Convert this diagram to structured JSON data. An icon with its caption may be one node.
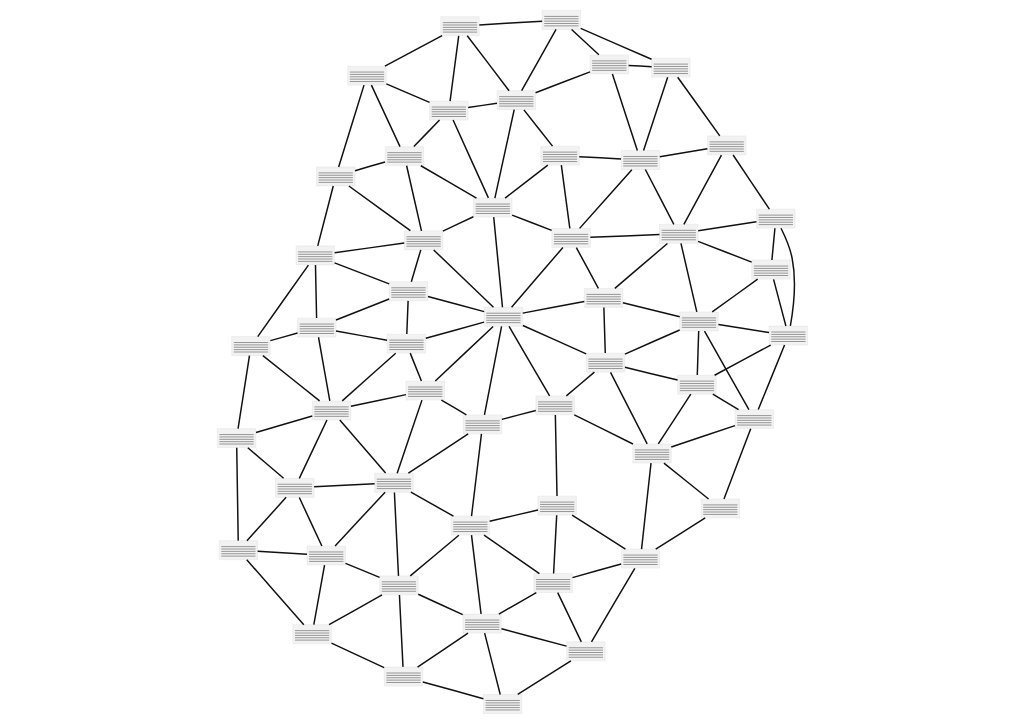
{
  "diagram": {
    "nodes": [
      {
        "text": [],
        "shape": "picture"
      },
      {
        "text": [],
        "shape": "picture"
      },
      {
        "text": [],
        "shape": "picture"
      },
      {
        "text": [],
        "shape": "picture"
      },
      {
        "text": [],
        "shape": "picture"
      },
      {
        "text": [],
        "shape": "picture"
      },
      {
        "text": [],
        "shape": "picture"
      },
      {
        "text": [],
        "shape": "picture"
      },
      {
        "text": [],
        "shape": "picture"
      },
      {
        "text": [],
        "shape": "picture"
      },
      {
        "text": [],
        "shape": "picture"
      },
      {
        "text": [],
        "shape": "picture"
      },
      {
        "text": [],
        "shape": "picture"
      },
      {
        "text": [],
        "shape": "picture"
      },
      {
        "text": [],
        "shape": "picture"
      },
      {
        "text": [],
        "shape": "picture"
      },
      {
        "text": [],
        "shape": "picture"
      },
      {
        "text": [],
        "shape": "picture"
      },
      {
        "text": [],
        "shape": "picture"
      },
      {
        "text": [],
        "shape": "picture"
      },
      {
        "text": [],
        "shape": "picture"
      },
      {
        "text": [],
        "shape": "picture"
      },
      {
        "text": [],
        "shape": "picture"
      },
      {
        "text": [],
        "shape": "picture"
      },
      {
        "text": [],
        "shape": "picture"
      },
      {
        "text": [],
        "shape": "picture"
      },
      {
        "text": [],
        "shape": "picture"
      },
      {
        "text": [],
        "shape": "picture"
      },
      {
        "text": [],
        "shape": "picture"
      },
      {
        "text": [],
        "shape": "picture"
      },
      {
        "text": [],
        "shape": "picture"
      },
      {
        "text": [],
        "shape": "picture"
      },
      {
        "text": [],
        "shape": "picture"
      },
      {
        "text": [],
        "shape": "picture"
      },
      {
        "text": [],
        "shape": "picture"
      },
      {
        "text": [],
        "shape": "picture"
      },
      {
        "text": [],
        "shape": "picture"
      },
      {
        "text": [],
        "shape": "picture"
      },
      {
        "text": [],
        "shape": "picture"
      },
      {
        "text": [],
        "shape": "picture"
      },
      {
        "text": [],
        "shape": "picture"
      },
      {
        "text": [],
        "shape": "picture"
      },
      {
        "text": [],
        "shape": "picture"
      },
      {
        "text": [],
        "shape": "picture"
      },
      {
        "text": [],
        "shape": "picture"
      },
      {
        "text": [],
        "shape": "picture"
      },
      {
        "text": [],
        "shape": "picture"
      },
      {
        "text": [],
        "shape": "picture"
      },
      {
        "text": [],
        "shape": "picture"
      },
      {
        "text": [],
        "shape": "picture"
      },
      {
        "text": [],
        "shape": "picture"
      }
    ],
    "edges": [
      {
        "from": 1,
        "to": 4,
        "arrow": "none"
      },
      {
        "from": 1,
        "to": 5,
        "arrow": "none"
      },
      {
        "from": 4,
        "to": 5,
        "arrow": "none"
      },
      {
        "from": 4,
        "to": 10,
        "arrow": "none"
      },
      {
        "from": 4,
        "to": 11,
        "arrow": "none"
      },
      {
        "from": 5,
        "to": 11,
        "arrow": "none"
      },
      {
        "from": 10,
        "to": 11,
        "arrow": "none"
      },
      {
        "from": 11,
        "to": 12,
        "arrow": "none"
      },
      {
        "from": 11,
        "to": 18,
        "arrow": "none"
      },
      {
        "from": 11,
        "to": 16,
        "arrow": "none"
      },
      {
        "from": 11,
        "to": 17,
        "arrow": "none"
      },
      {
        "from": 10,
        "to": 16,
        "arrow": "none"
      },
      {
        "from": 10,
        "to": 22,
        "arrow": "none"
      },
      {
        "from": 22,
        "to": 16,
        "arrow": "none"
      },
      {
        "from": 16,
        "to": 17,
        "arrow": "none"
      },
      {
        "from": 16,
        "to": 23,
        "arrow": "none"
      },
      {
        "from": 17,
        "to": 23,
        "arrow": "none"
      },
      {
        "from": 22,
        "to": 23,
        "arrow": "none"
      },
      {
        "from": 23,
        "to": 26,
        "arrow": "none"
      },
      {
        "from": 17,
        "to": 26,
        "arrow": "none"
      },
      {
        "from": 17,
        "to": 18,
        "arrow": "none"
      },
      {
        "from": 18,
        "to": 19,
        "arrow": "none"
      },
      {
        "from": 18,
        "to": 26,
        "arrow": "none"
      },
      {
        "from": 19,
        "to": 26,
        "arrow": "none"
      },
      {
        "from": 12,
        "to": 18,
        "arrow": "none"
      },
      {
        "from": 12,
        "to": 19,
        "arrow": "none"
      },
      {
        "from": 19,
        "to": 13,
        "arrow": "none"
      },
      {
        "from": 19,
        "to": 20,
        "arrow": "none"
      },
      {
        "from": 20,
        "to": 26,
        "arrow": "none"
      },
      {
        "from": 12,
        "to": 6,
        "arrow": "none"
      },
      {
        "from": 0,
        "to": 6,
        "arrow": "none"
      },
      {
        "from": 0,
        "to": 1,
        "arrow": "none"
      },
      {
        "from": 1,
        "to": 6,
        "arrow": "none"
      },
      {
        "from": 5,
        "to": 6,
        "arrow": "none"
      },
      {
        "from": 5,
        "to": 12,
        "arrow": "none"
      },
      {
        "from": 0,
        "to": 7,
        "arrow": "none"
      },
      {
        "from": 0,
        "to": 2,
        "arrow": "none"
      },
      {
        "from": 6,
        "to": 7,
        "arrow": "none"
      },
      {
        "from": 7,
        "to": 2,
        "arrow": "none"
      },
      {
        "from": 7,
        "to": 8,
        "arrow": "none"
      },
      {
        "from": 7,
        "to": 12,
        "arrow": "none"
      },
      {
        "from": 7,
        "to": 13,
        "arrow": "none"
      },
      {
        "from": 2,
        "to": 8,
        "arrow": "none"
      },
      {
        "from": 2,
        "to": 3,
        "arrow": "none"
      },
      {
        "from": 8,
        "to": 13,
        "arrow": "none"
      },
      {
        "from": 12,
        "to": 13,
        "arrow": "none"
      },
      {
        "from": 3,
        "to": 8,
        "arrow": "none"
      },
      {
        "from": 3,
        "to": 9,
        "arrow": "none"
      },
      {
        "from": 8,
        "to": 9,
        "arrow": "none"
      },
      {
        "from": 8,
        "to": 14,
        "arrow": "none"
      },
      {
        "from": 9,
        "to": 14,
        "arrow": "none"
      },
      {
        "from": 9,
        "to": 15,
        "arrow": "none"
      },
      {
        "from": 13,
        "to": 14,
        "arrow": "none"
      },
      {
        "from": 13,
        "to": 21,
        "arrow": "none"
      },
      {
        "from": 14,
        "to": 21,
        "arrow": "none"
      },
      {
        "from": 14,
        "to": 15,
        "arrow": "none"
      },
      {
        "from": 21,
        "to": 15,
        "arrow": "none"
      },
      {
        "from": 20,
        "to": 21,
        "arrow": "none"
      },
      {
        "from": 20,
        "to": 24,
        "arrow": "none"
      },
      {
        "from": 15,
        "to": 24,
        "arrow": "none"
      },
      {
        "from": 15,
        "to": 25,
        "arrow": "none"
      },
      {
        "from": 24,
        "to": 25,
        "arrow": "none"
      },
      {
        "from": 20,
        "to": 29,
        "arrow": "none"
      },
      {
        "from": 24,
        "to": 29,
        "arrow": "none"
      },
      {
        "from": 24,
        "to": 30,
        "arrow": "none"
      },
      {
        "from": 24,
        "to": 31,
        "arrow": "none"
      },
      {
        "from": 25,
        "to": 31,
        "arrow": "none"
      },
      {
        "from": 29,
        "to": 30,
        "arrow": "none"
      },
      {
        "from": 30,
        "to": 31,
        "arrow": "none"
      },
      {
        "from": 26,
        "to": 29,
        "arrow": "none"
      },
      {
        "from": 29,
        "to": 34,
        "arrow": "none"
      },
      {
        "from": 29,
        "to": 35,
        "arrow": "none"
      },
      {
        "from": 30,
        "to": 35,
        "arrow": "none"
      },
      {
        "from": 30,
        "to": 39,
        "arrow": "none"
      },
      {
        "from": 31,
        "to": 35,
        "arrow": "none"
      },
      {
        "from": 31,
        "to": 39,
        "arrow": "none"
      },
      {
        "from": 35,
        "to": 39,
        "arrow": "none"
      },
      {
        "from": 34,
        "to": 35,
        "arrow": "none"
      },
      {
        "from": 35,
        "to": 41,
        "arrow": "none"
      },
      {
        "from": 35,
        "to": 42,
        "arrow": "none"
      },
      {
        "from": 41,
        "to": 42,
        "arrow": "none"
      },
      {
        "from": 42,
        "to": 39,
        "arrow": "none"
      },
      {
        "from": 41,
        "to": 47,
        "arrow": "none"
      },
      {
        "from": 42,
        "to": 47,
        "arrow": "none"
      },
      {
        "from": 39,
        "to": 47,
        "arrow": "none"
      },
      {
        "from": 47,
        "to": 49,
        "arrow": "none"
      },
      {
        "from": 26,
        "to": 33,
        "arrow": "none"
      },
      {
        "from": 26,
        "to": 28,
        "arrow": "none"
      },
      {
        "from": 26,
        "to": 36,
        "arrow": "none"
      },
      {
        "from": 26,
        "to": 34,
        "arrow": "none"
      },
      {
        "from": 33,
        "to": 36,
        "arrow": "none"
      },
      {
        "from": 36,
        "to": 34,
        "arrow": "none"
      },
      {
        "from": 33,
        "to": 40,
        "arrow": "none"
      },
      {
        "from": 36,
        "to": 40,
        "arrow": "none"
      },
      {
        "from": 36,
        "to": 46,
        "arrow": "none"
      },
      {
        "from": 36,
        "to": 41,
        "arrow": "none"
      },
      {
        "from": 34,
        "to": 41,
        "arrow": "none"
      },
      {
        "from": 40,
        "to": 46,
        "arrow": "none"
      },
      {
        "from": 46,
        "to": 41,
        "arrow": "none"
      },
      {
        "from": 45,
        "to": 46,
        "arrow": "none"
      },
      {
        "from": 46,
        "to": 49,
        "arrow": "none"
      },
      {
        "from": 46,
        "to": 50,
        "arrow": "none"
      },
      {
        "from": 45,
        "to": 50,
        "arrow": "none"
      },
      {
        "from": 41,
        "to": 49,
        "arrow": "none"
      },
      {
        "from": 50,
        "to": 49,
        "arrow": "none"
      },
      {
        "from": 48,
        "to": 50,
        "arrow": "none"
      },
      {
        "from": 45,
        "to": 48,
        "arrow": "none"
      },
      {
        "from": 44,
        "to": 45,
        "arrow": "none"
      },
      {
        "from": 22,
        "to": 28,
        "arrow": "none"
      },
      {
        "from": 22,
        "to": 27,
        "arrow": "none"
      },
      {
        "from": 23,
        "to": 28,
        "arrow": "none"
      },
      {
        "from": 27,
        "to": 28,
        "arrow": "none"
      },
      {
        "from": 27,
        "to": 32,
        "arrow": "none"
      },
      {
        "from": 27,
        "to": 37,
        "arrow": "none"
      },
      {
        "from": 28,
        "to": 32,
        "arrow": "none"
      },
      {
        "from": 28,
        "to": 33,
        "arrow": "none"
      },
      {
        "from": 32,
        "to": 33,
        "arrow": "none"
      },
      {
        "from": 32,
        "to": 37,
        "arrow": "none"
      },
      {
        "from": 32,
        "to": 38,
        "arrow": "none"
      },
      {
        "from": 37,
        "to": 38,
        "arrow": "none"
      },
      {
        "from": 38,
        "to": 33,
        "arrow": "none"
      },
      {
        "from": 37,
        "to": 43,
        "arrow": "none"
      },
      {
        "from": 38,
        "to": 43,
        "arrow": "none"
      },
      {
        "from": 38,
        "to": 44,
        "arrow": "none"
      },
      {
        "from": 33,
        "to": 44,
        "arrow": "none"
      },
      {
        "from": 44,
        "to": 40,
        "arrow": "none"
      },
      {
        "from": 43,
        "to": 44,
        "arrow": "none"
      },
      {
        "from": 43,
        "to": 48,
        "arrow": "none"
      },
      {
        "from": 44,
        "to": 48,
        "arrow": "none"
      }
    ]
  }
}
